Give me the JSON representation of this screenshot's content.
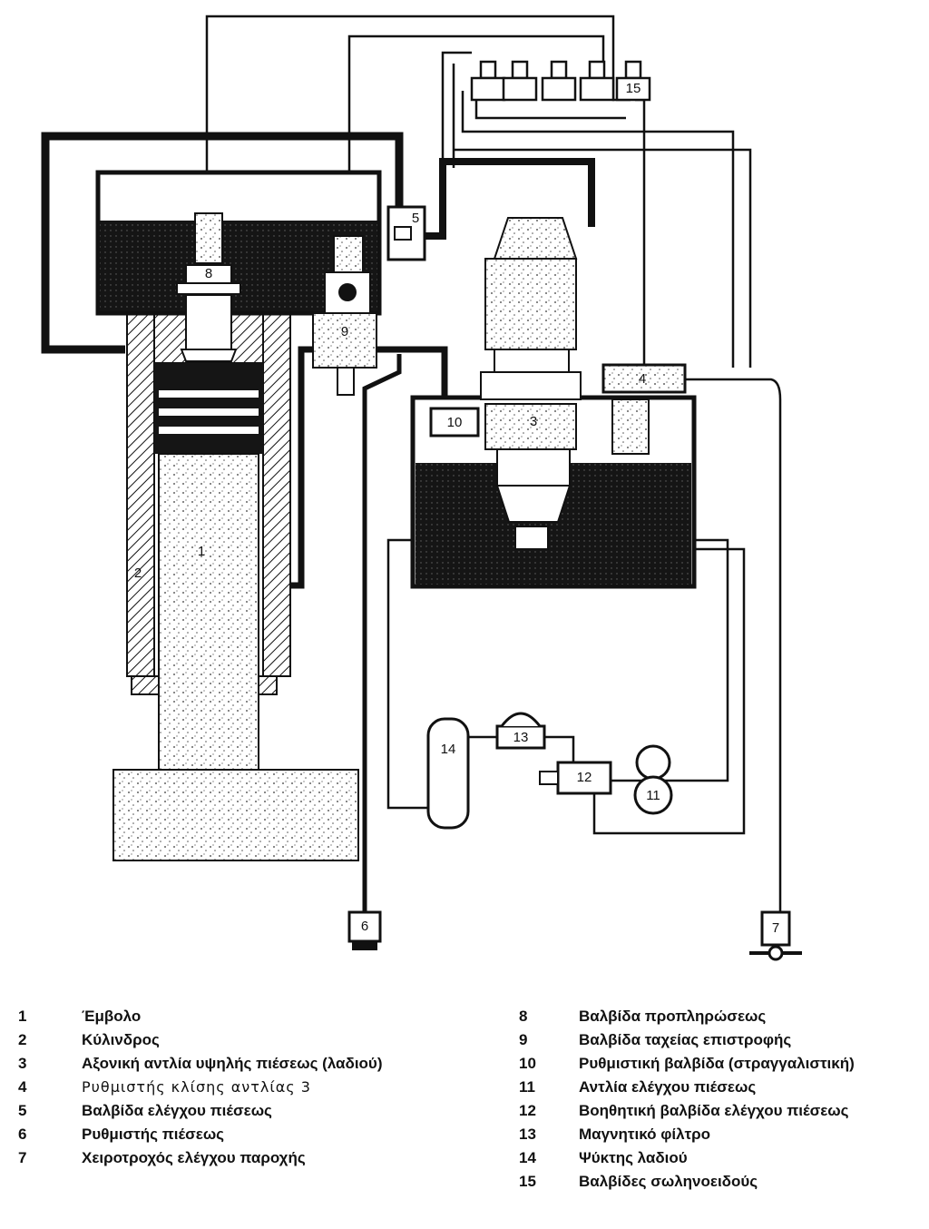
{
  "callouts": {
    "c1": "1",
    "c2": "2",
    "c3": "3",
    "c4": "4",
    "c5": "5",
    "c6": "6",
    "c7": "7",
    "c8": "8",
    "c9": "9",
    "c10": "10",
    "c11": "11",
    "c12": "12",
    "c13": "13",
    "c14": "14",
    "c15": "15"
  },
  "legend": {
    "left": [
      {
        "num": "1",
        "label": "Έμβολο"
      },
      {
        "num": "2",
        "label": "Κύλινδρος"
      },
      {
        "num": "3",
        "label": "Αξονική αντλία υψηλής πιέσεως (λαδιού)"
      },
      {
        "num": "4",
        "label": "Ρυθμιστής κλίσης αντλίας 3"
      },
      {
        "num": "5",
        "label": "Βαλβίδα ελέγχου πιέσεως"
      },
      {
        "num": "6",
        "label": "Ρυθμιστής πιέσεως"
      },
      {
        "num": "7",
        "label": "Χειροτροχός ελέγχου παροχής"
      }
    ],
    "right": [
      {
        "num": "8",
        "label": "Βαλβίδα προπληρώσεως"
      },
      {
        "num": "9",
        "label": "Βαλβίδα ταχείας επιστροφής"
      },
      {
        "num": "10",
        "label": "Ρυθμιστική βαλβίδα (στραγγαλιστική)"
      },
      {
        "num": "11",
        "label": "Αντλία ελέγχου πιέσεως"
      },
      {
        "num": "12",
        "label": "Βοηθητική βαλβίδα ελέγχου πιέσεως"
      },
      {
        "num": "13",
        "label": "Μαγνητικό φίλτρο"
      },
      {
        "num": "14",
        "label": "Ψύκτης λαδιού"
      },
      {
        "num": "15",
        "label": "Βαλβίδες σωληνοειδούς"
      }
    ]
  }
}
